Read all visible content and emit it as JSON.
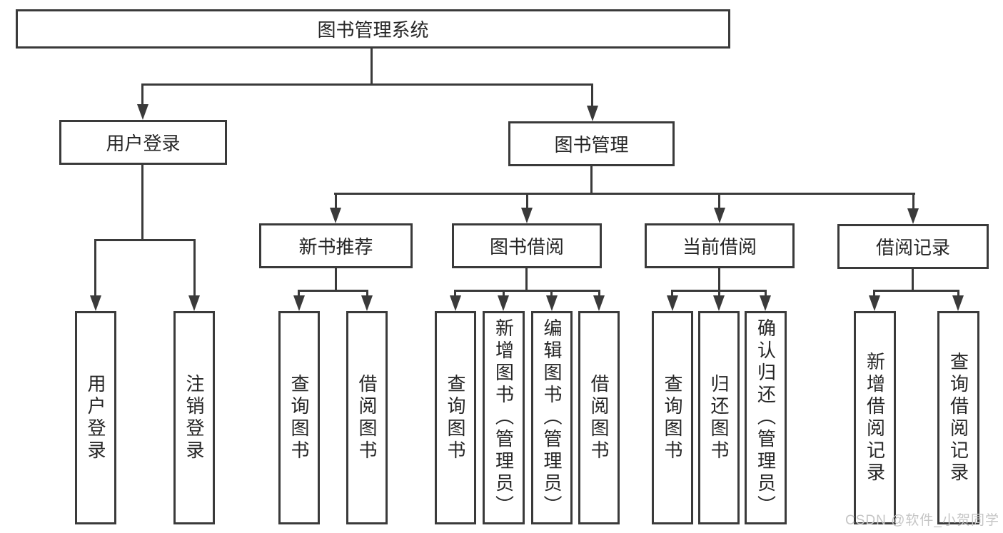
{
  "diagram": {
    "root": "图书管理系统",
    "level2": [
      "用户登录",
      "图书管理"
    ],
    "level3": [
      "新书推荐",
      "图书借阅",
      "当前借阅",
      "借阅记录"
    ],
    "leaves": {
      "user": [
        "用户登录",
        "注销登录"
      ],
      "newbook": [
        "查询图书",
        "借阅图书"
      ],
      "borrow": [
        "查询图书",
        "新增图书（管理员）",
        "编辑图书（管理员）",
        "借阅图书"
      ],
      "current": [
        "查询图书",
        "归还图书",
        "确认归还（管理员）"
      ],
      "records": [
        "新增借阅记录",
        "查询借阅记录"
      ]
    }
  },
  "watermark": "CSDN @软件_小贺同学",
  "colors": {
    "line": "#3a3a3a",
    "text": "#262626",
    "watermark": "#c5c5c5",
    "background": "#ffffff"
  }
}
